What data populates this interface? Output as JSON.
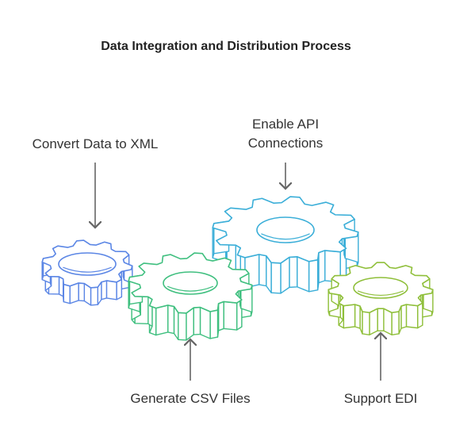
{
  "title": "Data Integration and Distribution Process",
  "steps": {
    "xml": {
      "label": "Convert Data to XML",
      "color": "#5b86e5"
    },
    "api": {
      "label_line1": "Enable API",
      "label_line2": "Connections",
      "color": "#3aaed8"
    },
    "csv": {
      "label": "Generate CSV Files",
      "color": "#3fbf7f"
    },
    "edi": {
      "label": "Support EDI",
      "color": "#8fbf3a"
    }
  }
}
